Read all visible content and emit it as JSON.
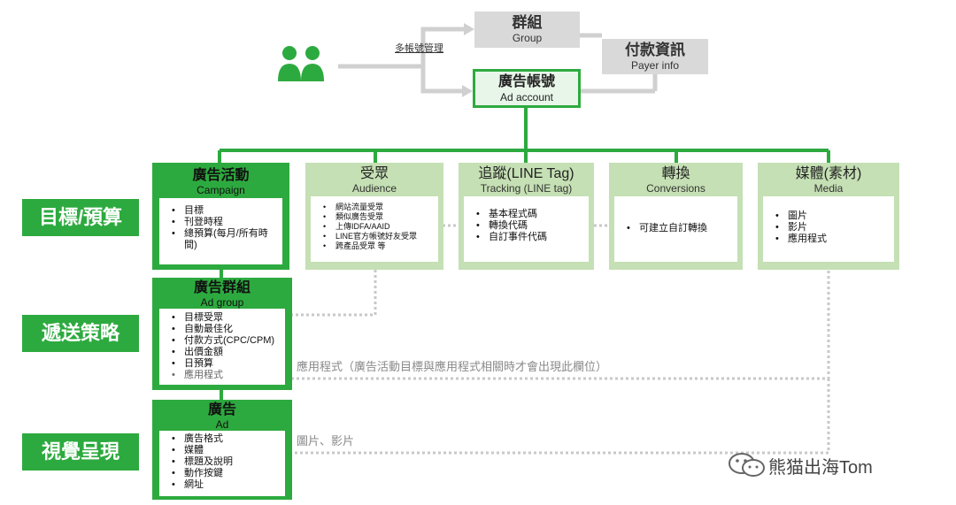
{
  "top": {
    "multi_account_label": "多帳號管理",
    "group": {
      "zh": "群組",
      "en": "Group"
    },
    "payer": {
      "zh": "付款資訊",
      "en": "Payer info"
    },
    "ad_account": {
      "zh": "廣告帳號",
      "en": "Ad account"
    }
  },
  "columns": [
    {
      "zh": "廣告活動",
      "en": "Campaign",
      "items": [
        "目標",
        "刊登時程",
        "總預算(每月/所有時間)"
      ]
    },
    {
      "zh": "受眾",
      "en": "Audience",
      "items": [
        "網站流量受眾",
        "類似廣告受眾",
        "上傳IDFA/AAID",
        "LINE官方帳號好友受眾",
        "跨產品受眾 等"
      ]
    },
    {
      "zh": "追蹤(LINE Tag)",
      "en": "Tracking (LINE tag)",
      "items": [
        "基本程式碼",
        "轉換代碼",
        "自訂事件代碼"
      ]
    },
    {
      "zh": "轉換",
      "en": "Conversions",
      "items": [
        "可建立自訂轉換"
      ]
    },
    {
      "zh": "媒體(素材)",
      "en": "Media",
      "items": [
        "圖片",
        "影片",
        "應用程式"
      ]
    }
  ],
  "ad_group": {
    "zh": "廣告群組",
    "en": "Ad group",
    "items": [
      "目標受眾",
      "自動最佳化",
      "付款方式(CPC/CPM)",
      "出價金額",
      "日預算",
      "應用程式"
    ]
  },
  "ad": {
    "zh": "廣告",
    "en": "Ad",
    "items": [
      "廣告格式",
      "媒體",
      "標題及說明",
      "動作按鍵",
      "網址"
    ]
  },
  "left_labels": [
    "目標/預算",
    "遞送策略",
    "視覺呈現"
  ],
  "notes": {
    "app_note": "應用程式（廣告活動目標與應用程式相關時才會出現此欄位）",
    "media_note": "圖片、影片"
  },
  "watermark": "熊猫出海Tom",
  "colors": {
    "green": "#2daa3f",
    "light_green": "#c5e0b4",
    "gray": "#d9d9d9"
  }
}
